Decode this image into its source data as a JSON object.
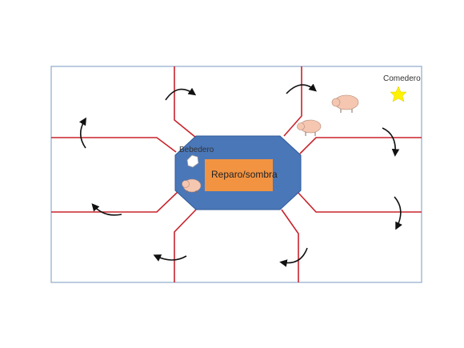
{
  "labels": {
    "feeder": "Comedero",
    "waterer": "Bebedero",
    "shelter": "Reparo/sombra"
  },
  "icons": {
    "feeder": "star-icon",
    "waterer": "water-drop-icon",
    "pig": "pig-icon",
    "rotation": "curved-arrow-icon"
  },
  "colors": {
    "frame": "#8fa9cc",
    "fence": "#c8232c",
    "hub": "#4a77b8",
    "hub_border": "#2f5b98",
    "shelter": "#f29342",
    "feeder": "#fff200",
    "pig": "#f5c6b0",
    "arrow": "#111111"
  }
}
